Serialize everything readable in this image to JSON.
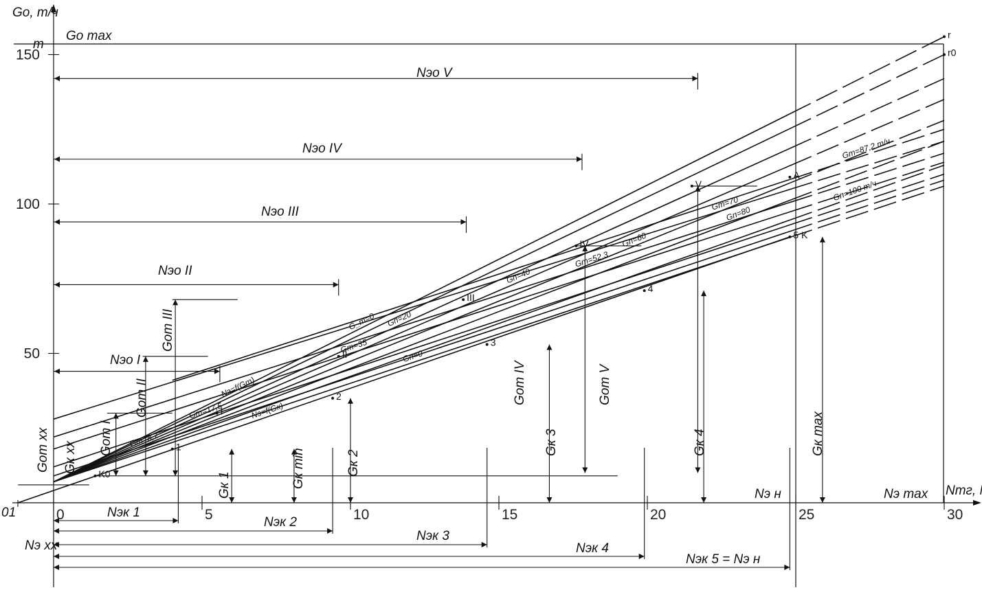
{
  "chart_data": {
    "type": "line",
    "title": "",
    "xlabel": "N_тг, МВт",
    "ylabel": "G_o, т/ч",
    "xlim": [
      -1.2,
      30
    ],
    "ylim": [
      0,
      156
    ],
    "x_ticks": [
      "0",
      "5",
      "10",
      "15",
      "20",
      "25",
      "30"
    ],
    "y_ticks": [
      "50",
      "100",
      "150"
    ],
    "grid": false,
    "series": [
      {
        "name": "G_т=0",
        "x": [
          0,
          30
        ],
        "y": [
          7,
          156
        ]
      },
      {
        "name": "Nэ=f(Gт)",
        "x": [
          0,
          30
        ],
        "y": [
          7,
          150
        ]
      },
      {
        "name": "Gп=20",
        "x": [
          0,
          30
        ],
        "y": [
          7,
          142
        ]
      },
      {
        "name": "Gп=40",
        "x": [
          0,
          30
        ],
        "y": [
          7,
          135
        ]
      },
      {
        "name": "Gп=60",
        "x": [
          0,
          30
        ],
        "y": [
          7,
          128
        ]
      },
      {
        "name": "Gп=80",
        "x": [
          0,
          30
        ],
        "y": [
          7,
          121
        ]
      },
      {
        "name": "Gп=100 т/ч",
        "x": [
          0,
          30
        ],
        "y": [
          7,
          113
        ]
      },
      {
        "name": "Gп=0",
        "x": [
          0,
          30
        ],
        "y": [
          7,
          106
        ]
      },
      {
        "name": "Nэ=f(Gк)",
        "x": [
          -1.2,
          24.8
        ],
        "y": [
          0,
          89
        ]
      },
      {
        "name": "Gт=8,7",
        "x": [
          0,
          30
        ],
        "y": [
          9,
          108
        ]
      },
      {
        "name": "Gт=17,5",
        "x": [
          0,
          30
        ],
        "y": [
          12,
          110
        ]
      },
      {
        "name": "Gт=35",
        "x": [
          0,
          30
        ],
        "y": [
          18,
          114
        ]
      },
      {
        "name": "Gт=52,3",
        "x": [
          0,
          30
        ],
        "y": [
          22,
          117
        ]
      },
      {
        "name": "Gт=70",
        "x": [
          0,
          30
        ],
        "y": [
          28,
          121
        ]
      },
      {
        "name": "Gт=87,2 т/ч",
        "x": [
          4,
          30
        ],
        "y": [
          41,
          125
        ]
      }
    ],
    "points": [
      {
        "label": "I",
        "x": 5.5,
        "y": 30
      },
      {
        "label": "II",
        "x": 9.6,
        "y": 49
      },
      {
        "label": "III",
        "x": 13.8,
        "y": 68
      },
      {
        "label": "IV",
        "x": 17.6,
        "y": 86
      },
      {
        "label": "V",
        "x": 21.5,
        "y": 106
      },
      {
        "label": "1",
        "x": 4,
        "y": 18
      },
      {
        "label": "2",
        "x": 9.4,
        "y": 35
      },
      {
        "label": "3",
        "x": 14.6,
        "y": 53
      },
      {
        "label": "4",
        "x": 19.9,
        "y": 71
      },
      {
        "label": "5 K",
        "x": 24.8,
        "y": 89
      },
      {
        "label": "A",
        "x": 24.8,
        "y": 109
      },
      {
        "label": "K0",
        "x": 1.4,
        "y": 9
      },
      {
        "label": "r",
        "x": 30,
        "y": 156
      },
      {
        "label": "r0",
        "x": 30,
        "y": 150
      }
    ],
    "annotations": [
      "Gо, т/ч",
      "m",
      "Gо max",
      "Nэо V",
      "Nэо IV",
      "Nэо III",
      "Nэо II",
      "Nэо I",
      "Gот III",
      "Gот II",
      "Gот I",
      "Gот IV",
      "Gот V",
      "Gот xx",
      "Gк xx",
      "Gк 1",
      "Gк min",
      "Gк 2",
      "Gк 3",
      "Gк 4",
      "Gк max",
      "Nэк 1",
      "Nэк 2",
      "Nэк 3",
      "Nэк 4",
      "Nэк 5 = Nэ н",
      "Nэ xx",
      "Nэ н",
      "Nэ max",
      "01",
      "Nтг, МВт"
    ]
  }
}
